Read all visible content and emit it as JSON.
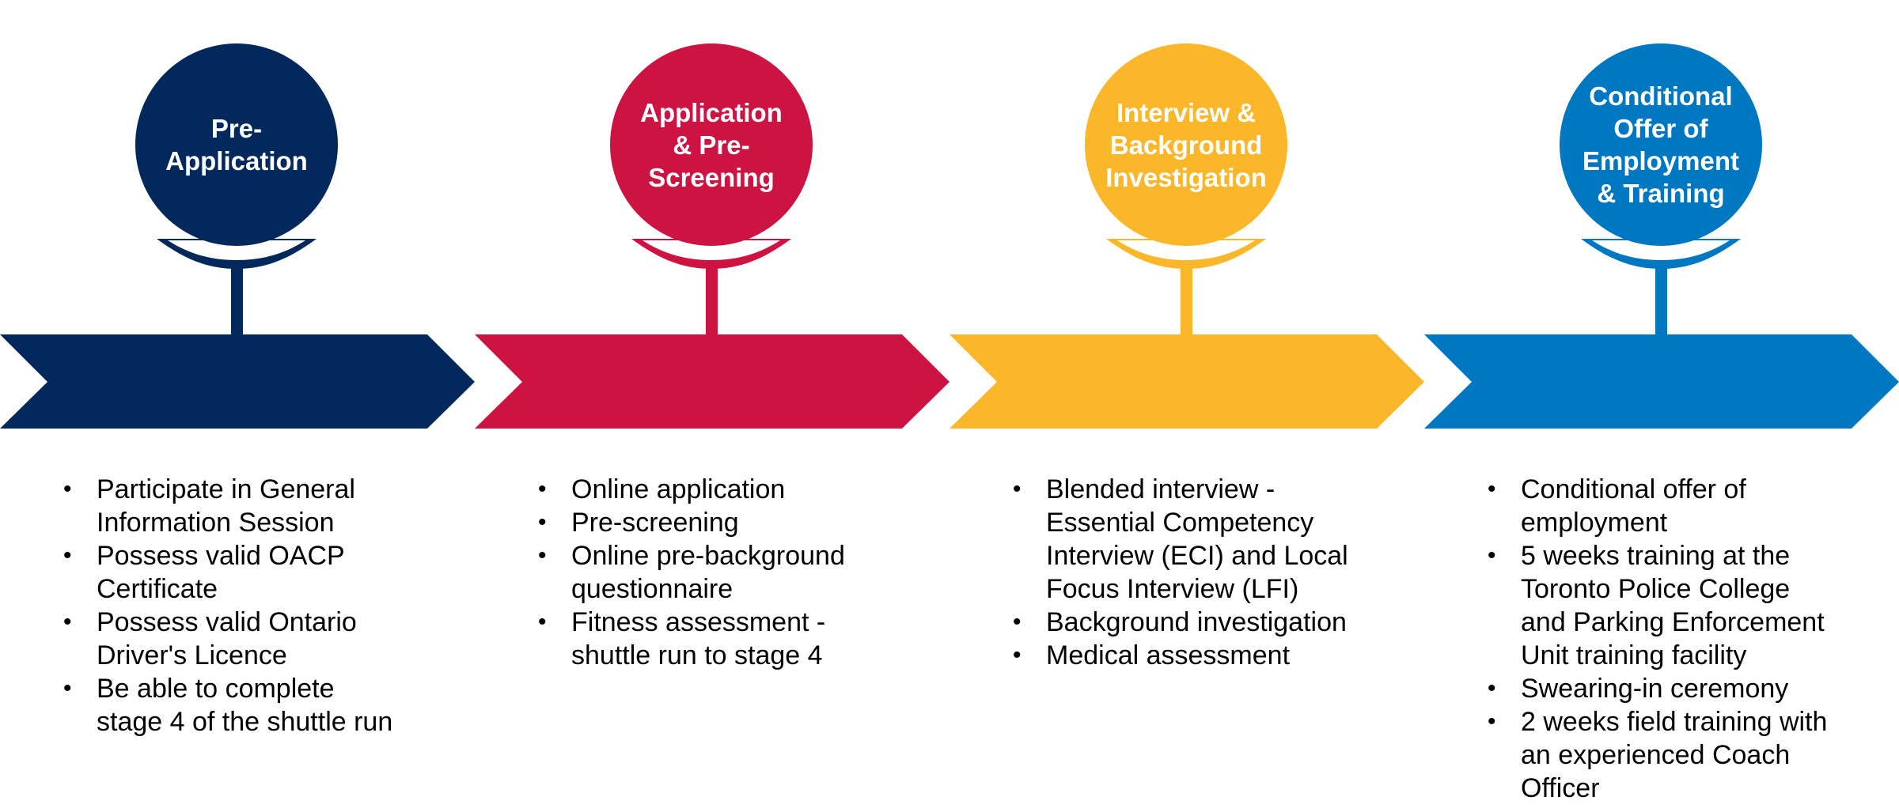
{
  "stages": [
    {
      "title": "Pre-\nApplication",
      "color": "#03295c",
      "items": [
        "Participate in General\nInformation Session",
        "Possess valid OACP\nCertificate",
        "Possess valid Ontario\nDriver's Licence",
        "Be able to complete\nstage 4 of the shuttle run"
      ]
    },
    {
      "title": "Application\n& Pre-\nScreening",
      "color": "#cc1341",
      "items": [
        "Online application",
        "Pre-screening",
        "Online pre-background\nquestionnaire",
        "Fitness assessment -\nshuttle run to stage 4"
      ]
    },
    {
      "title": "Interview &\nBackground\nInvestigation",
      "color": "#fbb72a",
      "items": [
        "Blended interview -\nEssential Competency\nInterview (ECI) and Local\nFocus Interview (LFI)",
        "Background investigation",
        "Medical assessment"
      ]
    },
    {
      "title": "Conditional\nOffer of\nEmployment\n& Training",
      "color": "#0077c1",
      "items": [
        "Conditional offer of\nemployment",
        "5 weeks training at the\nToronto Police College\nand Parking Enforcement\nUnit training facility",
        "Swearing-in ceremony",
        "2 weeks field training with\nan experienced Coach\nOfficer"
      ]
    }
  ]
}
